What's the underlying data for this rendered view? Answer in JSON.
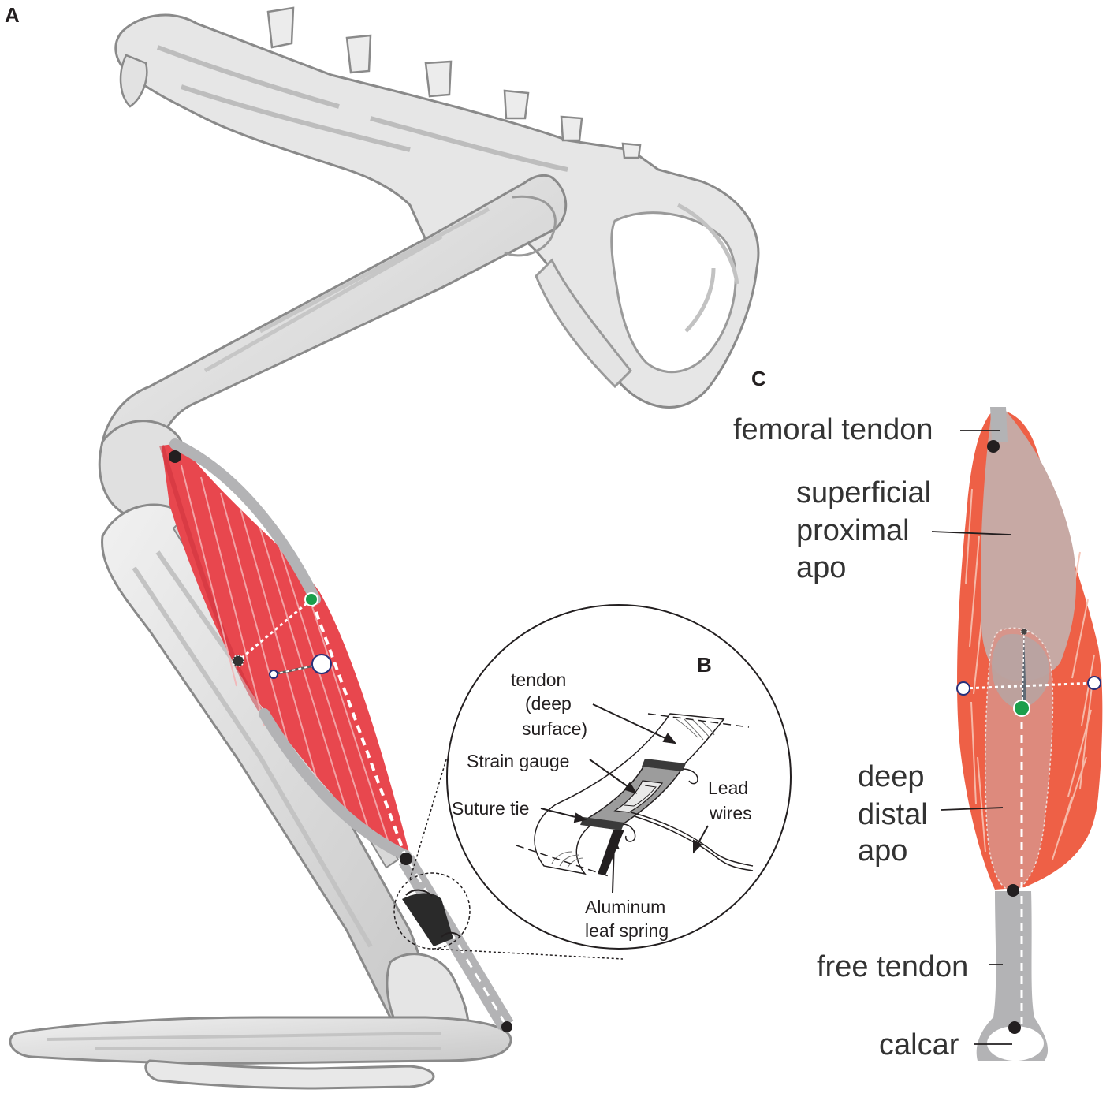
{
  "panels": {
    "a": {
      "letter": "A"
    },
    "b": {
      "letter": "B",
      "labels": {
        "tendon_l1": "tendon",
        "tendon_l2": "(deep",
        "tendon_l3": "surface)",
        "strain_gauge": "Strain gauge",
        "suture_tie": "Suture tie",
        "lead_l1": "Lead",
        "lead_l2": "wires",
        "aluminum_l1": "Aluminum",
        "aluminum_l2": "leaf spring"
      }
    },
    "c": {
      "letter": "C",
      "labels": {
        "femoral_tendon": "femoral tendon",
        "superficial_l1": "superficial",
        "superficial_l2": "proximal",
        "superficial_l3": "apo",
        "deep_l1": "deep",
        "deep_l2": "distal",
        "deep_l3": "apo",
        "free_tendon": "free tendon",
        "calcar": "calcar"
      }
    }
  },
  "colors": {
    "muscle_a": "#e8474e",
    "muscle_c": "#ee6046",
    "bone": "#e2e2e2",
    "bone_shade": "#b9b9b9",
    "tendon": "#b3b3b5",
    "marker_dark": "#231f20",
    "marker_green": "#1b9e4b",
    "marker_ring": "#27307a"
  }
}
